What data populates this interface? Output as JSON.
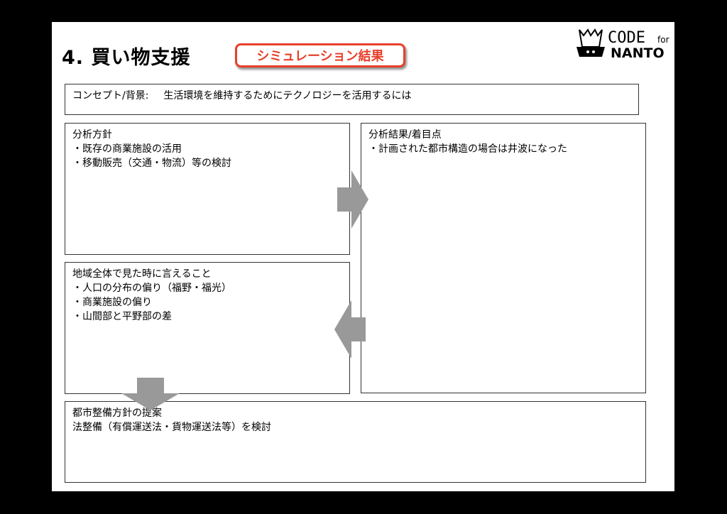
{
  "slide": {
    "title": "4. 買い物支援",
    "badge": "シミュレーション結果",
    "logo": {
      "top": "for",
      "bottom": "NANTO",
      "icon": "codefor-logo-icon"
    },
    "concept": {
      "label": "コンセプト/背景:",
      "text": "生活環境を維持するためにテクノロジーを活用するには"
    },
    "policy": {
      "heading": "分析方針",
      "items": [
        "・既存の商業施設の活用",
        "・移動販売（交通・物流）等の検討"
      ]
    },
    "findings": {
      "heading": "分析結果/着目点",
      "items": [
        "・計画された都市構造の場合は井波になった"
      ]
    },
    "region": {
      "heading": "地域全体で見た時に言えること",
      "items": [
        "・人口の分布の偏り（福野・福光）",
        "・商業施設の偏り",
        "・山間部と平野部の差"
      ]
    },
    "proposal": {
      "heading": "都市整備方針の提案",
      "items": [
        "法整備（有償運送法・貨物運送法等）を検討"
      ]
    },
    "colors": {
      "accent": "#e8402a",
      "arrow": "#999999"
    }
  }
}
